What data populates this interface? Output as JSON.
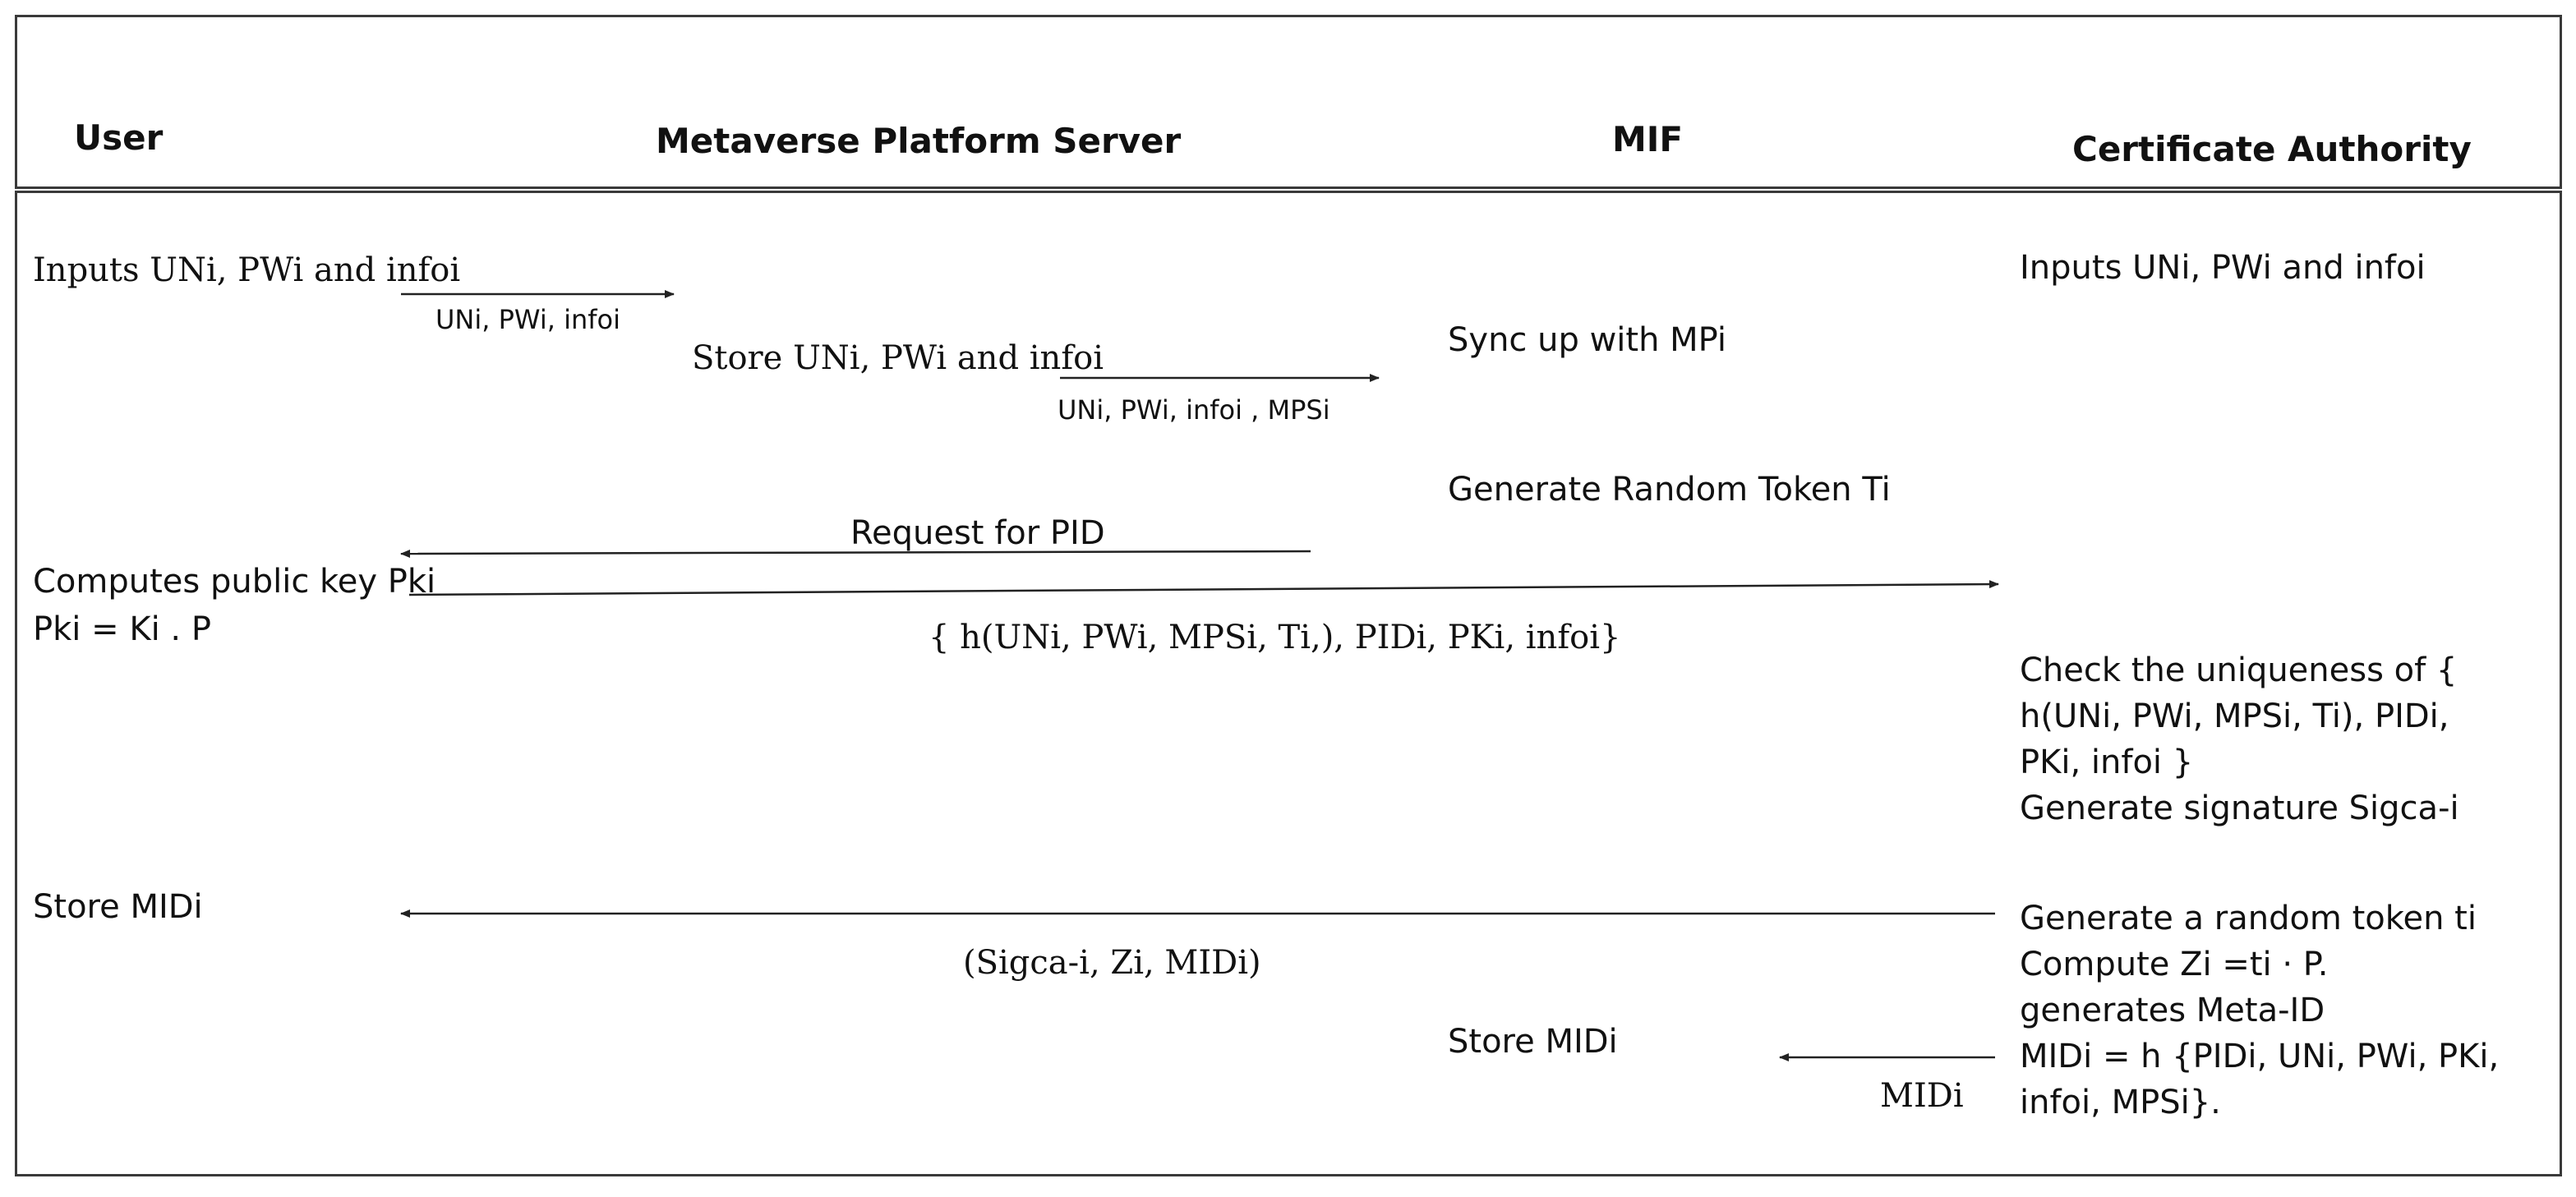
{
  "headers": {
    "user": "User",
    "server": "Metaverse Platform Server",
    "mif": "MIF",
    "ca": "Certificate Authority"
  },
  "steps": {
    "user_inputs": "Inputs UNi, PWi and infoi",
    "msg_user_to_server": "UNi, PWi, infoi",
    "server_store": "Store UNi, PWi and infoi",
    "msg_server_to_mif": "UNi, PWi, infoi , MPSi",
    "mif_sync": "Sync up with MPi",
    "mif_token": "Generate Random Token Ti",
    "request_pid": "Request for PID",
    "user_compute_pk": "Computes public key Pki",
    "user_pk_formula": "Pki = Ki . P",
    "msg_user_to_ca": "{ h(UNi, PWi, MPSi, Ti,), PIDi, PKi, infoi}",
    "ca_inputs": "Inputs UNi, PWi and infoi",
    "ca_check_lines": [
      "Check the uniqueness of {",
      "h(UNi, PWi, MPSi, Ti), PIDi,",
      "PKi, infoi }",
      "Generate signature Sigca-i"
    ],
    "user_store_mid": "Store MIDi",
    "msg_ca_to_user": "(Sigca-i, Zi, MIDi)",
    "ca_generate_lines": [
      "Generate a random token ti",
      "Compute Zi =ti · P.",
      "generates Meta-ID",
      "MIDi = h {PIDi, UNi, PWi, PKi,",
      "infoi, MPSi}."
    ],
    "mif_store_mid": "Store MIDi",
    "msg_ca_to_mif": "MIDi"
  },
  "colors": {
    "border": "#3a3a3a",
    "text": "#111111",
    "arrow": "#222222"
  }
}
